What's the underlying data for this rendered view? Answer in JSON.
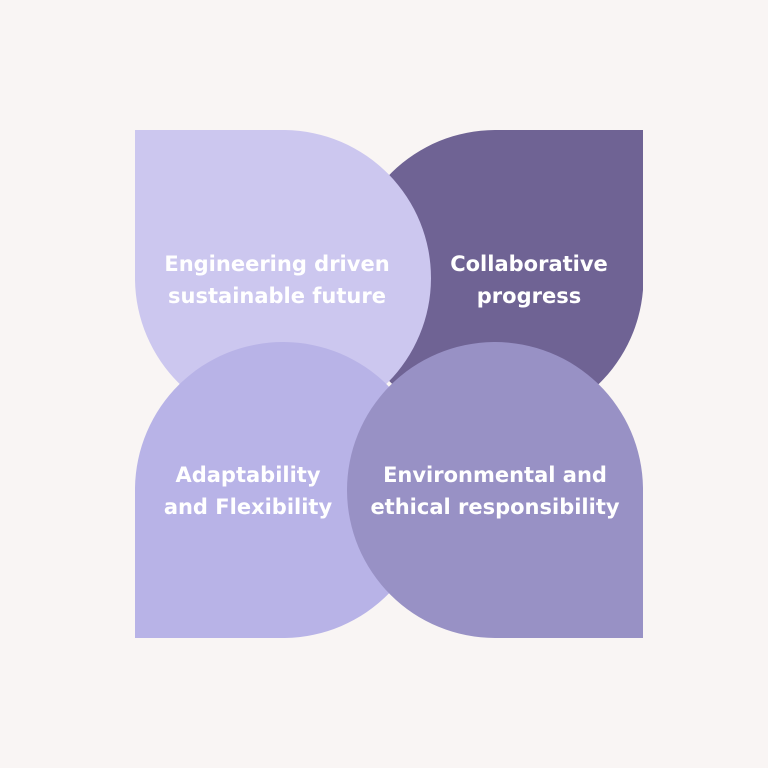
{
  "colors": {
    "background": "#f9f5f4",
    "petal_top_left": "#ccc7ef",
    "petal_top_right": "#6f6394",
    "petal_bottom_left": "#b8b3e7",
    "petal_bottom_right": "#9891c5",
    "text": "#ffffff"
  },
  "diagram": {
    "petals": [
      {
        "position": "top-left",
        "label": "Engineering driven\nsustainable future"
      },
      {
        "position": "top-right",
        "label": "Collaborative\nprogress"
      },
      {
        "position": "bottom-left",
        "label": "Adaptability\nand Flexibility"
      },
      {
        "position": "bottom-right",
        "label": "Environmental and\nethical responsibility"
      }
    ]
  }
}
